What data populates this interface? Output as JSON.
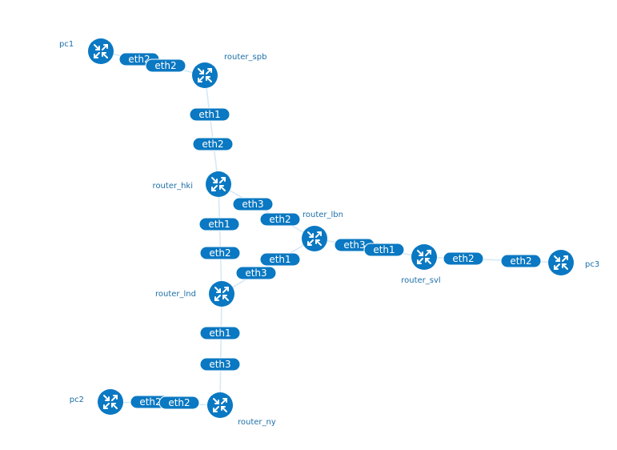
{
  "topology": {
    "colors": {
      "node": "#0a78c2",
      "link": "#d6e9f5",
      "label": "#1c6fa8",
      "port_text": "#ffffff"
    },
    "node_icon": "router-arrows-icon",
    "nodes": [
      {
        "id": "pc1",
        "label": "pc1"
      },
      {
        "id": "router_spb",
        "label": "router_spb"
      },
      {
        "id": "router_hki",
        "label": "router_hki"
      },
      {
        "id": "router_lbn",
        "label": "router_lbn"
      },
      {
        "id": "router_svl",
        "label": "router_svl"
      },
      {
        "id": "pc3",
        "label": "pc3"
      },
      {
        "id": "router_lnd",
        "label": "router_lnd"
      },
      {
        "id": "pc2",
        "label": "pc2"
      },
      {
        "id": "router_ny",
        "label": "router_ny"
      }
    ],
    "links": [
      {
        "id": "pc1-spb",
        "from": "pc1",
        "to": "router_spb",
        "from_port": "eth2",
        "to_port": "eth2"
      },
      {
        "id": "spb-hki",
        "from": "router_spb",
        "to": "router_hki",
        "from_port": "eth1",
        "to_port": "eth2"
      },
      {
        "id": "hki-lbn",
        "from": "router_hki",
        "to": "router_lbn",
        "from_port": "eth3",
        "to_port": "eth2"
      },
      {
        "id": "hki-lnd",
        "from": "router_hki",
        "to": "router_lnd",
        "from_port": "eth1",
        "to_port": "eth2"
      },
      {
        "id": "lbn-lnd",
        "from": "router_lbn",
        "to": "router_lnd",
        "from_port": "eth1",
        "to_port": "eth3"
      },
      {
        "id": "lbn-svl",
        "from": "router_lbn",
        "to": "router_svl",
        "from_port": "eth3",
        "to_port": "eth1"
      },
      {
        "id": "svl-pc3",
        "from": "router_svl",
        "to": "pc3",
        "from_port": "eth2",
        "to_port": "eth2"
      },
      {
        "id": "lnd-ny",
        "from": "router_lnd",
        "to": "router_ny",
        "from_port": "eth1",
        "to_port": "eth3"
      },
      {
        "id": "pc2-ny",
        "from": "pc2",
        "to": "router_ny",
        "from_port": "eth2",
        "to_port": "eth2"
      }
    ]
  }
}
